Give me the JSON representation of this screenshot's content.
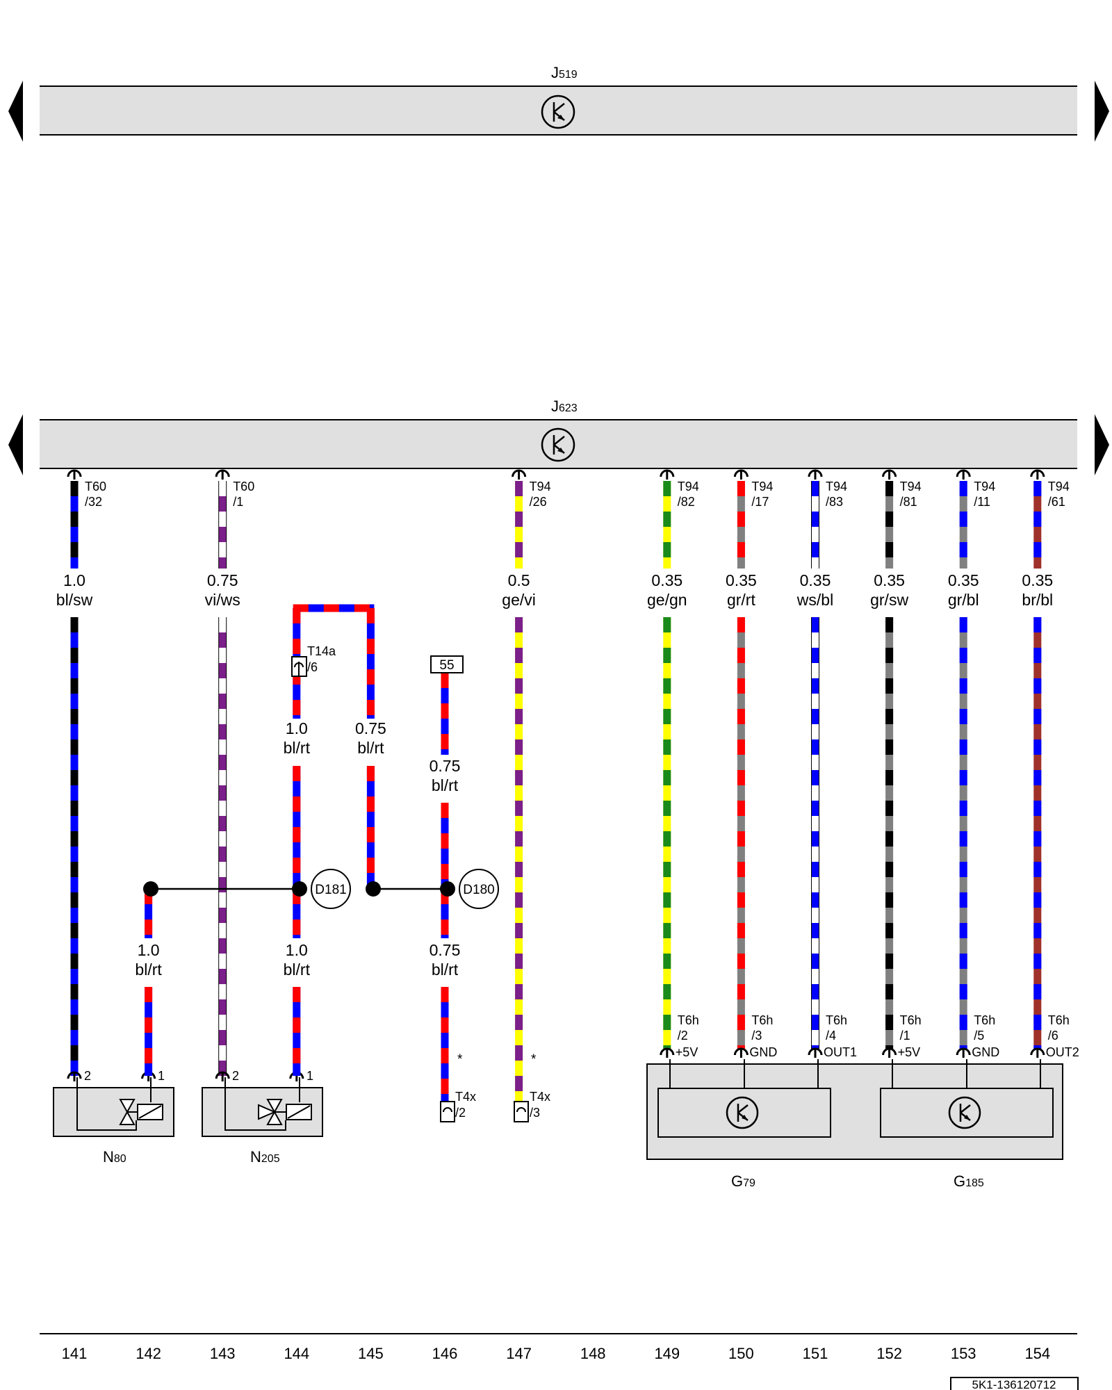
{
  "modules": {
    "top": {
      "name": "J",
      "sub": "519"
    },
    "main": {
      "name": "J",
      "sub": "623"
    }
  },
  "components": {
    "n80": {
      "name": "N",
      "sub": "80",
      "pin_a": "2",
      "pin_b": "1"
    },
    "n205": {
      "name": "N",
      "sub": "205",
      "pin_a": "2",
      "pin_b": "1"
    },
    "g79": {
      "name": "G",
      "sub": "79"
    },
    "g185": {
      "name": "G",
      "sub": "185"
    }
  },
  "wires": [
    {
      "id": "w141",
      "connector": "T60",
      "pin": "/32",
      "size": "1.0",
      "color": "bl/sw",
      "colors": [
        "#0000ff",
        "#000000"
      ]
    },
    {
      "id": "w143",
      "connector": "T60",
      "pin": "/1",
      "size": "0.75",
      "color": "vi/ws",
      "colors": [
        "#7b1f8a",
        "#ffffff"
      ]
    },
    {
      "id": "w147",
      "connector": "T94",
      "pin": "/26",
      "size": "0.5",
      "color": "ge/vi",
      "colors": [
        "#ffff00",
        "#7b1f8a"
      ]
    },
    {
      "id": "w149",
      "connector": "T94",
      "pin": "/82",
      "size": "0.35",
      "color": "ge/gn",
      "colors": [
        "#ffff00",
        "#1a8a1a"
      ],
      "bottom_conn": "T6h",
      "bottom_pin": "/2",
      "signal": "+5V"
    },
    {
      "id": "w150",
      "connector": "T94",
      "pin": "/17",
      "size": "0.35",
      "color": "gr/rt",
      "colors": [
        "#808080",
        "#ff0000"
      ],
      "bottom_conn": "T6h",
      "bottom_pin": "/3",
      "signal": "GND"
    },
    {
      "id": "w151",
      "connector": "T94",
      "pin": "/83",
      "size": "0.35",
      "color": "ws/bl",
      "colors": [
        "#ffffff",
        "#0000ff"
      ],
      "bottom_conn": "T6h",
      "bottom_pin": "/4",
      "signal": "OUT1"
    },
    {
      "id": "w152",
      "connector": "T94",
      "pin": "/81",
      "size": "0.35",
      "color": "gr/sw",
      "colors": [
        "#808080",
        "#000000"
      ],
      "bottom_conn": "T6h",
      "bottom_pin": "/1",
      "signal": "+5V"
    },
    {
      "id": "w153",
      "connector": "T94",
      "pin": "/11",
      "size": "0.35",
      "color": "gr/bl",
      "colors": [
        "#808080",
        "#0000ff"
      ],
      "bottom_conn": "T6h",
      "bottom_pin": "/5",
      "signal": "GND"
    },
    {
      "id": "w154",
      "connector": "T94",
      "pin": "/61",
      "size": "0.35",
      "color": "br/bl",
      "colors": [
        "#a0302a",
        "#0000ff"
      ],
      "bottom_conn": "T6h",
      "bottom_pin": "/6",
      "signal": "OUT2"
    }
  ],
  "blrt": {
    "colors": [
      "#0000ff",
      "#ff0000"
    ],
    "w144_upper": {
      "size": "1.0",
      "color": "bl/rt"
    },
    "w145_upper": {
      "size": "0.75",
      "color": "bl/rt"
    },
    "w146_upper": {
      "size": "0.75",
      "color": "bl/rt"
    },
    "w142_lower": {
      "size": "1.0",
      "color": "bl/rt"
    },
    "w144_lower": {
      "size": "1.0",
      "color": "bl/rt"
    },
    "w146_lower": {
      "size": "0.75",
      "color": "bl/rt"
    }
  },
  "connectors": {
    "t14a": {
      "name": "T14a",
      "pin": "/6"
    },
    "t4x_146": {
      "name": "T4x",
      "pin": "/2",
      "mark": "*"
    },
    "t4x_147": {
      "name": "T4x",
      "pin": "/3",
      "mark": "*"
    },
    "term55": "55"
  },
  "splices": {
    "d181": "D181",
    "d180": "D180"
  },
  "columns": [
    "141",
    "142",
    "143",
    "144",
    "145",
    "146",
    "147",
    "148",
    "149",
    "150",
    "151",
    "152",
    "153",
    "154"
  ],
  "reference": "5K1-136120712"
}
